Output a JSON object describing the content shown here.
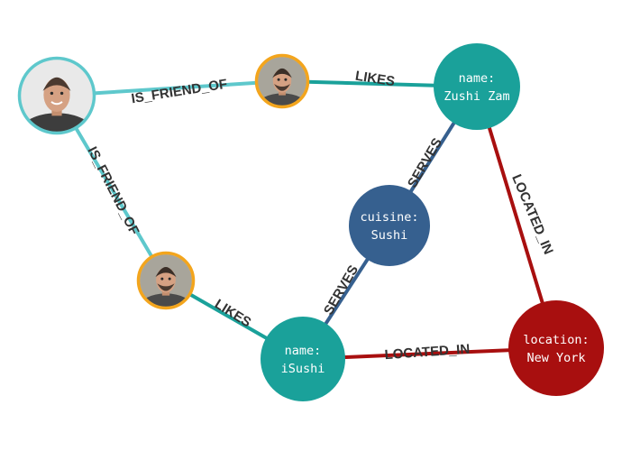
{
  "colors": {
    "teal": "#1aa19a",
    "blue": "#36608f",
    "red": "#a80f0f",
    "orange": "#f3a51d",
    "friend_edge": "#5ec8cc",
    "likes_edge": "#1aa19a",
    "serves_edge": "#36608f",
    "located_edge": "#a80f0f"
  },
  "nodes": [
    {
      "id": "person1",
      "kind": "photo",
      "icon": "person-avatar-icon"
    },
    {
      "id": "person2",
      "kind": "photo",
      "icon": "person-avatar-icon"
    },
    {
      "id": "person3",
      "kind": "photo",
      "icon": "person-avatar-icon"
    },
    {
      "id": "zushi",
      "kind": "restaurant",
      "lines": [
        "name:",
        "Zushi Zam"
      ]
    },
    {
      "id": "cuisine",
      "kind": "cuisine",
      "lines": [
        "cuisine:",
        "Sushi"
      ]
    },
    {
      "id": "isushi",
      "kind": "restaurant",
      "lines": [
        "name:",
        "iSushi"
      ]
    },
    {
      "id": "location",
      "kind": "location",
      "lines": [
        "location:",
        "New York"
      ]
    }
  ],
  "edges": [
    {
      "from": "person1",
      "to": "person2",
      "label": "IS_FRIEND_OF",
      "type": "friend"
    },
    {
      "from": "person1",
      "to": "person3",
      "label": "IS_FRIEND_OF",
      "type": "friend"
    },
    {
      "from": "person2",
      "to": "zushi",
      "label": "LIKES",
      "type": "likes"
    },
    {
      "from": "person3",
      "to": "isushi",
      "label": "LIKES",
      "type": "likes"
    },
    {
      "from": "cuisine",
      "to": "zushi",
      "label": "SERVES",
      "type": "serves"
    },
    {
      "from": "cuisine",
      "to": "isushi",
      "label": "SERVES",
      "type": "serves"
    },
    {
      "from": "zushi",
      "to": "location",
      "label": "LOCATED_IN",
      "type": "located"
    },
    {
      "from": "isushi",
      "to": "location",
      "label": "LOCATED_IN",
      "type": "located"
    }
  ]
}
